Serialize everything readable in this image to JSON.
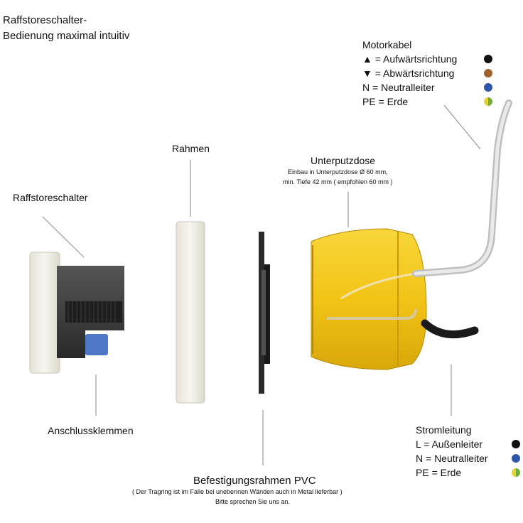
{
  "title": {
    "line1": "Raffstoreschalter-",
    "line2": "Bedienung maximal intuitiv"
  },
  "labels": {
    "raffstoreschalter": "Raffstoreschalter",
    "rahmen": "Rahmen",
    "unterputzdose": "Unterputzdose",
    "unterputzdose_note1": "Einbau in Unterputzdose Ø 60 mm,",
    "unterputzdose_note2": "min. Tiefe 42 mm ( empfohlen 60 mm )",
    "anschlussklemmen": "Anschlussklemmen",
    "befestigungsrahmen": "Befestigungsrahmen PVC",
    "befestigungsrahmen_note1": "( Der Tragring ist im Falle bei unebennen Wänden auch in Metal lieferbar )",
    "befestigungsrahmen_note2": "Bitte sprechen Sie uns an."
  },
  "motorkabel": {
    "heading": "Motorkabel",
    "items": [
      {
        "text": "▲ = Aufwärtsrichtung",
        "color": "#111111"
      },
      {
        "text": "▼ = Abwärtsrichtung",
        "color": "#a0612a"
      },
      {
        "text": "N = Neutralleiter",
        "color": "#2d55a8"
      },
      {
        "text": "PE = Erde",
        "color": "#c8d63a"
      }
    ]
  },
  "stromleitung": {
    "heading": "Stromleitung",
    "items": [
      {
        "text": "L =  Außenleiter",
        "color": "#111111"
      },
      {
        "text": "N = Neutralleiter",
        "color": "#2d55a8"
      },
      {
        "text": "PE = Erde",
        "color": "#c8d63a"
      }
    ]
  },
  "colors": {
    "box_yellow": "#f2c416",
    "box_dark": "#c99a06",
    "switch_body": "#3a3a3a",
    "terminal_blue": "#4f78c8",
    "frame_white": "#f3f1e8"
  }
}
